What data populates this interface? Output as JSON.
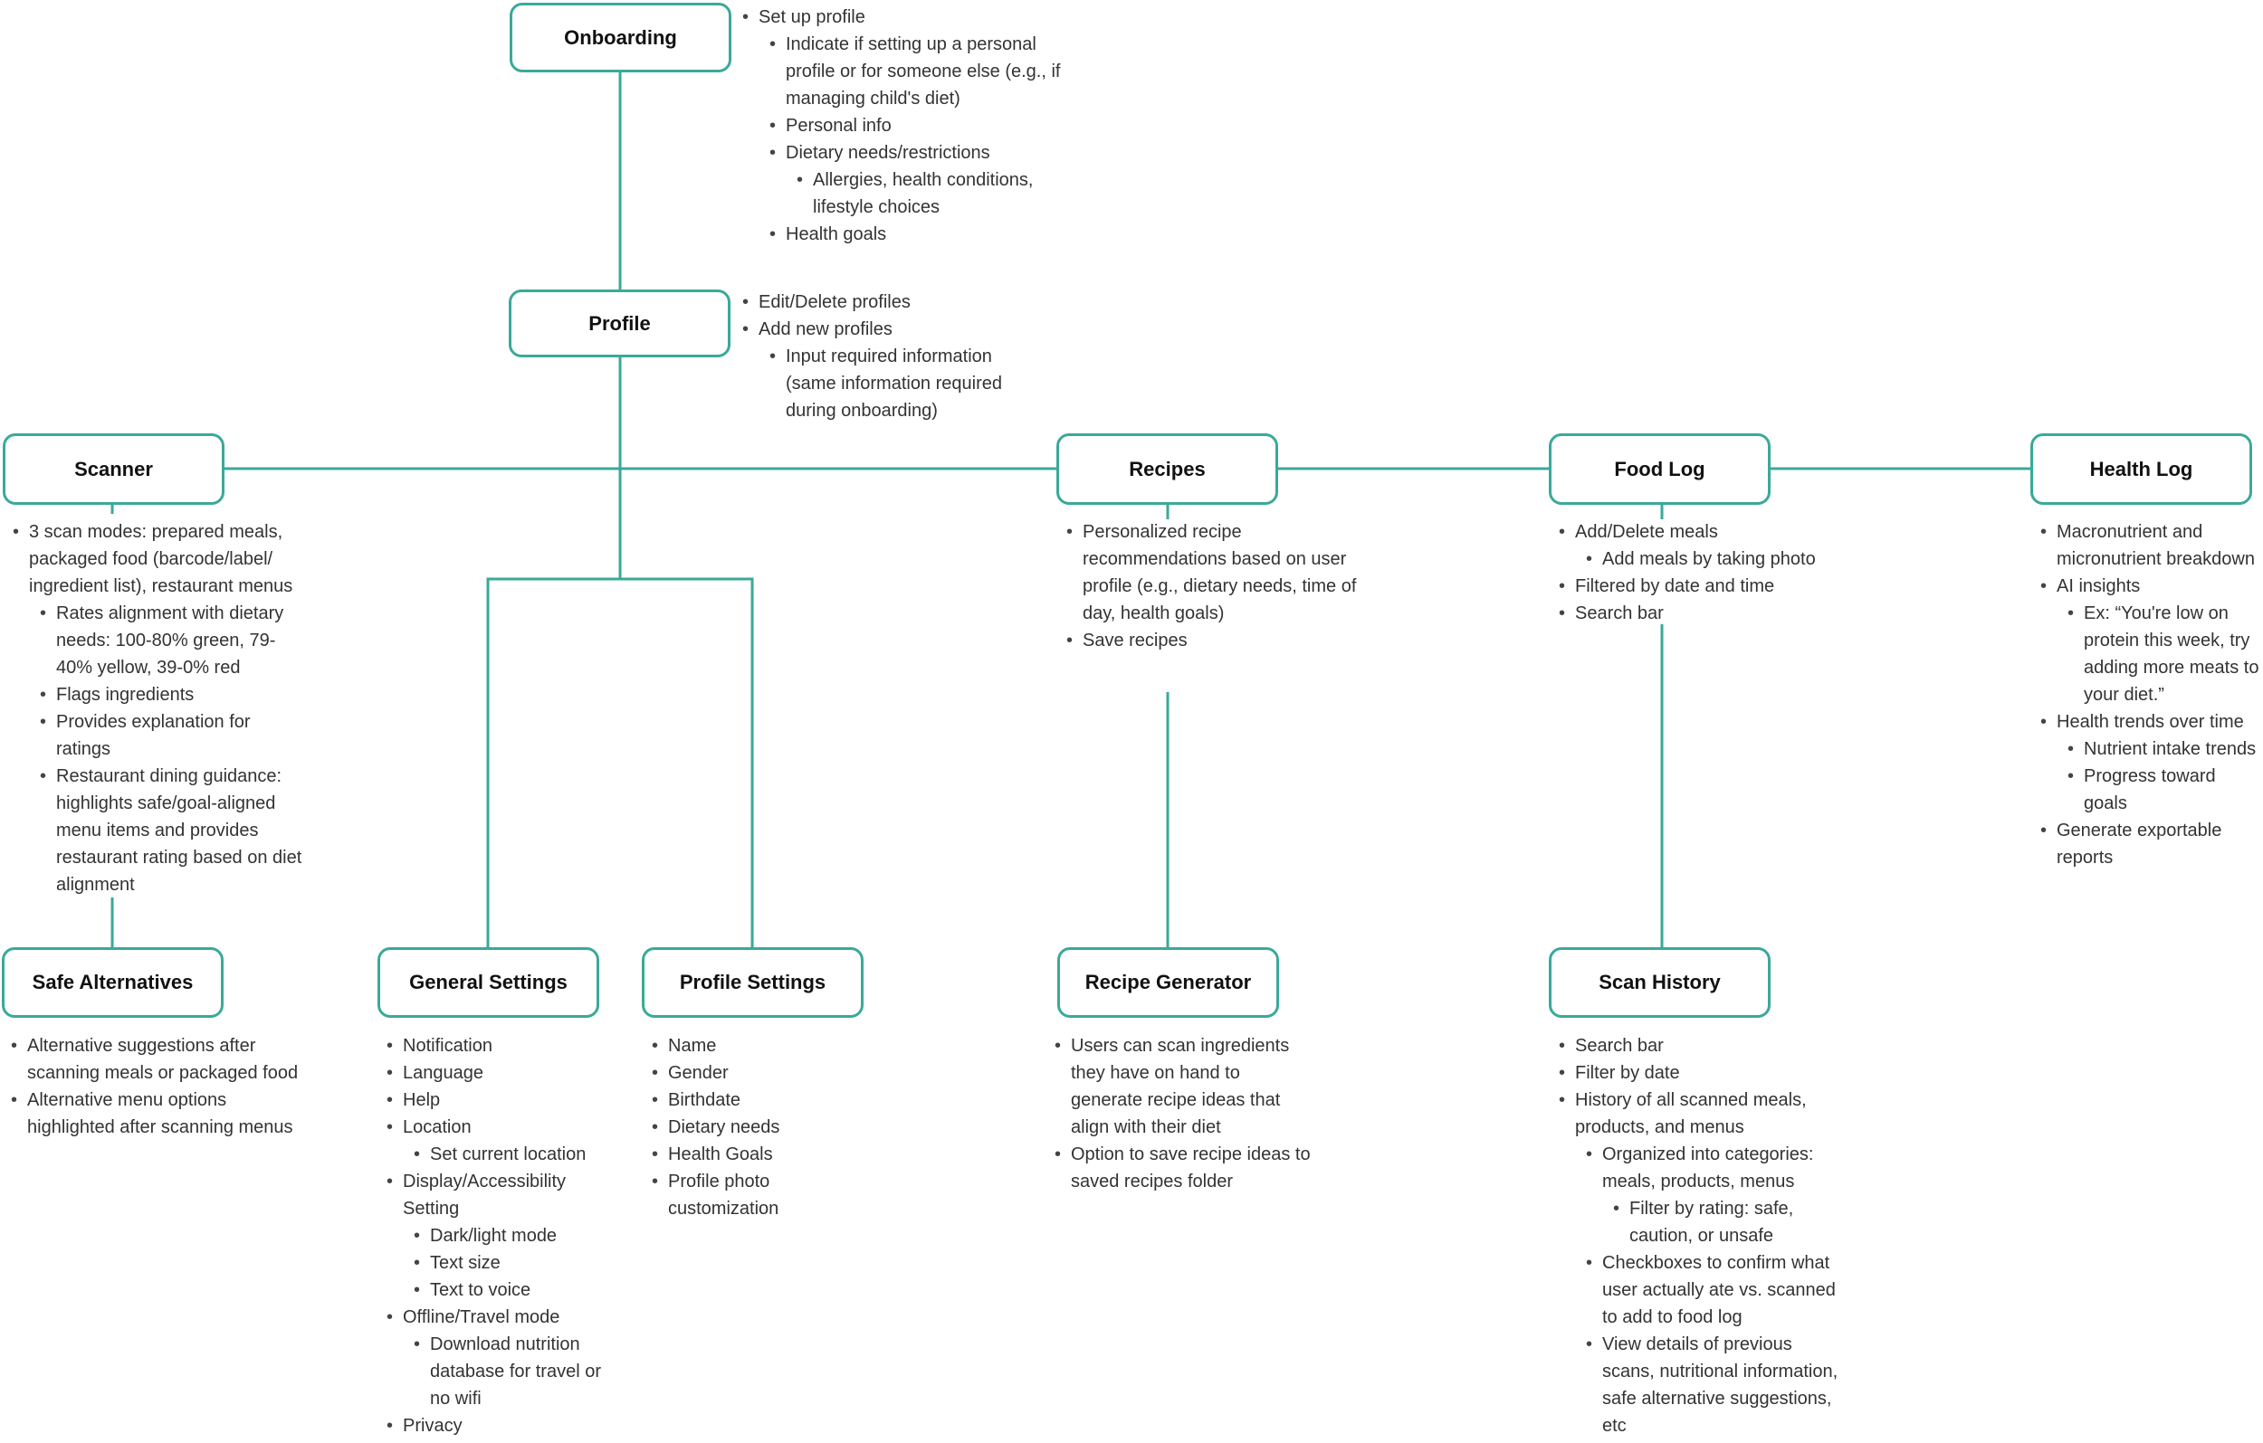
{
  "colors": {
    "accent": "#3aa99a",
    "text": "#333333",
    "node_text": "#111111",
    "background": "#ffffff"
  },
  "nodes": {
    "onboarding": {
      "label": "Onboarding",
      "notes": [
        {
          "level": 1,
          "text": "Set up profile"
        },
        {
          "level": 2,
          "text": "Indicate if setting up a personal profile or for someone else (e.g., if managing child's diet)"
        },
        {
          "level": 2,
          "text": "Personal info"
        },
        {
          "level": 2,
          "text": "Dietary needs/restrictions"
        },
        {
          "level": 3,
          "text": "Allergies, health conditions, lifestyle choices"
        },
        {
          "level": 2,
          "text": "Health goals"
        }
      ]
    },
    "profile": {
      "label": "Profile",
      "notes": [
        {
          "level": 1,
          "text": "Edit/Delete profiles"
        },
        {
          "level": 1,
          "text": "Add new profiles"
        },
        {
          "level": 2,
          "text": "Input required information (same information required during onboarding)"
        }
      ]
    },
    "scanner": {
      "label": "Scanner",
      "notes": [
        {
          "level": 1,
          "text": "3 scan modes: prepared meals, packaged food (barcode/label/ ingredient list), restaurant menus"
        },
        {
          "level": 2,
          "text": "Rates alignment with dietary needs: 100-80% green, 79-40% yellow, 39-0% red"
        },
        {
          "level": 2,
          "text": "Flags ingredients"
        },
        {
          "level": 2,
          "text": "Provides explanation for ratings"
        },
        {
          "level": 2,
          "text": "Restaurant dining guidance: highlights safe/goal-aligned menu items and provides restaurant rating based on diet alignment"
        }
      ]
    },
    "recipes": {
      "label": "Recipes",
      "notes": [
        {
          "level": 1,
          "text": "Personalized recipe recommendations based on user profile (e.g., dietary needs, time of day, health goals)"
        },
        {
          "level": 1,
          "text": "Save recipes"
        }
      ]
    },
    "food_log": {
      "label": "Food Log",
      "notes": [
        {
          "level": 1,
          "text": "Add/Delete meals"
        },
        {
          "level": 2,
          "text": "Add meals by taking photo"
        },
        {
          "level": 1,
          "text": "Filtered by date and time"
        },
        {
          "level": 1,
          "text": "Search bar"
        }
      ]
    },
    "health_log": {
      "label": "Health Log",
      "notes": [
        {
          "level": 1,
          "text": "Macronutrient and micronutrient breakdown"
        },
        {
          "level": 1,
          "text": "AI insights"
        },
        {
          "level": 2,
          "text": "Ex: “You're low on protein this week, try adding more meats to your diet.”"
        },
        {
          "level": 1,
          "text": "Health trends over time"
        },
        {
          "level": 2,
          "text": "Nutrient intake trends"
        },
        {
          "level": 2,
          "text": "Progress toward goals"
        },
        {
          "level": 1,
          "text": "Generate exportable reports"
        }
      ]
    },
    "safe_alternatives": {
      "label": "Safe Alternatives",
      "notes": [
        {
          "level": 1,
          "text": "Alternative suggestions after scanning meals or packaged food"
        },
        {
          "level": 1,
          "text": "Alternative menu options highlighted after scanning menus"
        }
      ]
    },
    "general_settings": {
      "label": "General Settings",
      "notes": [
        {
          "level": 1,
          "text": "Notification"
        },
        {
          "level": 1,
          "text": "Language"
        },
        {
          "level": 1,
          "text": "Help"
        },
        {
          "level": 1,
          "text": "Location"
        },
        {
          "level": 2,
          "text": "Set current location"
        },
        {
          "level": 1,
          "text": "Display/Accessibility Setting"
        },
        {
          "level": 2,
          "text": "Dark/light mode"
        },
        {
          "level": 2,
          "text": "Text size"
        },
        {
          "level": 2,
          "text": "Text to voice"
        },
        {
          "level": 1,
          "text": "Offline/Travel mode"
        },
        {
          "level": 2,
          "text": "Download nutrition database for travel or no wifi"
        },
        {
          "level": 1,
          "text": "Privacy"
        }
      ]
    },
    "profile_settings": {
      "label": "Profile Settings",
      "notes": [
        {
          "level": 1,
          "text": "Name"
        },
        {
          "level": 1,
          "text": "Gender"
        },
        {
          "level": 1,
          "text": "Birthdate"
        },
        {
          "level": 1,
          "text": "Dietary needs"
        },
        {
          "level": 1,
          "text": "Health Goals"
        },
        {
          "level": 1,
          "text": "Profile photo customization"
        }
      ]
    },
    "recipe_generator": {
      "label": "Recipe Generator",
      "notes": [
        {
          "level": 1,
          "text": "Users can scan ingredients they have on hand to generate recipe ideas that align with their diet"
        },
        {
          "level": 1,
          "text": "Option to save recipe ideas to saved recipes folder"
        }
      ]
    },
    "scan_history": {
      "label": "Scan History",
      "notes": [
        {
          "level": 1,
          "text": "Search bar"
        },
        {
          "level": 1,
          "text": "Filter by date"
        },
        {
          "level": 1,
          "text": "History of all scanned meals, products, and menus"
        },
        {
          "level": 2,
          "text": "Organized into categories: meals, products, menus"
        },
        {
          "level": 3,
          "text": "Filter by rating: safe, caution, or unsafe"
        },
        {
          "level": 2,
          "text": "Checkboxes to confirm what user actually ate vs. scanned to add to food log"
        },
        {
          "level": 2,
          "text": "View details of previous scans, nutritional information, safe alternative suggestions, etc"
        }
      ]
    }
  }
}
